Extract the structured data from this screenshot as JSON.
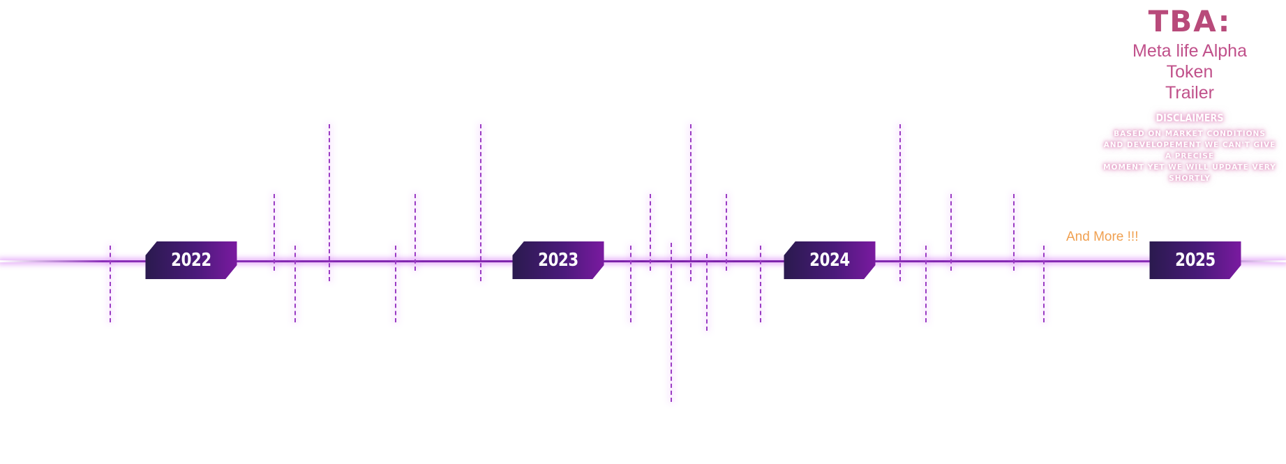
{
  "timeline": {
    "years": [
      {
        "label": "2022"
      },
      {
        "label": "2023"
      },
      {
        "label": "2024"
      },
      {
        "label": "2025"
      }
    ],
    "and_more": "And More !!!"
  },
  "tba": {
    "title": "TBA:",
    "subtitle_lines": [
      "Meta life Alpha",
      "Token",
      "Trailer"
    ],
    "disclaimer_title": "DISCLAIMERS",
    "disclaimer_text": "BASED ON MARKET CONDITIONS\nAND DEVELOPEMENT WE CAN'T GIVE A PRECISE\nMOMENT YET WE WILL UPDATE VERY SHORTLY"
  },
  "colors": {
    "badge_dark": "#2a1a4e",
    "badge_light": "#7a1aa0",
    "line": "#7a22a8",
    "tick": "#9a3cc4",
    "tba": "#b84a7a",
    "and_more": "#f0a050"
  }
}
